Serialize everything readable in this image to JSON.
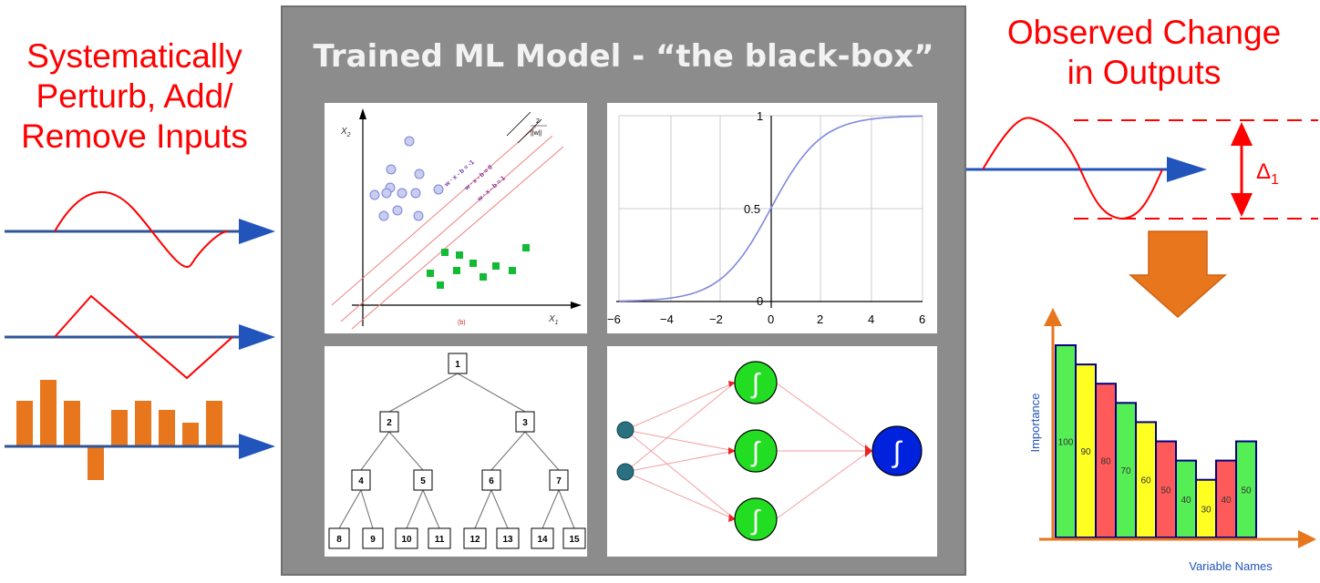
{
  "left_title": {
    "line1": "Systematically",
    "line2": "Perturb, Add/",
    "line3": "Remove Inputs"
  },
  "right_title": {
    "line1": "Observed Change",
    "line2": "in Outputs"
  },
  "model_title": "Trained ML Model - “the black-box”",
  "delta_label": "Δ",
  "delta_sub": "1",
  "svm_panel": {
    "y_axis": "X",
    "y_sub": "2",
    "x_axis": "X",
    "x_sub": "1",
    "caption": "(b)",
    "line_labels": [
      "w · x - b = -1",
      "w · x - b = 0",
      "w · x - b = 1"
    ],
    "margin_label_num": "2",
    "margin_label_den": "||w||"
  },
  "sigmoid_panel": {
    "x_ticks": [
      "−6",
      "−4",
      "−2",
      "0",
      "2",
      "4",
      "6"
    ],
    "y_ticks": [
      "0",
      "0.5",
      "1"
    ]
  },
  "tree_panel": {
    "nodes": [
      "1",
      "2",
      "3",
      "4",
      "5",
      "6",
      "7",
      "8",
      "9",
      "10",
      "11",
      "12",
      "13",
      "14",
      "15"
    ]
  },
  "nn_panel": {
    "activation_symbol": "∫"
  },
  "importance_chart": {
    "ylabel": "Importance",
    "xlabel": "Variable Names"
  },
  "chart_data": {
    "type": "bar",
    "categories": [
      "",
      "",
      "",
      "",
      "",
      "",
      "",
      "",
      "",
      ""
    ],
    "values": [
      100,
      90,
      80,
      70,
      60,
      50,
      40,
      30,
      40,
      50
    ],
    "data_labels": [
      "100",
      "90",
      "80",
      "70",
      "60",
      "50",
      "40",
      "30",
      "40",
      "50"
    ],
    "bar_colors": [
      "#55ee55",
      "#ffff22",
      "#ff5a5a",
      "#55ee55",
      "#ffff22",
      "#ff5a5a",
      "#55ee55",
      "#ffff22",
      "#ff5a5a",
      "#55ee55"
    ],
    "xlabel": "Variable Names",
    "ylabel": "Importance",
    "ylim": [
      0,
      100
    ],
    "grid": false
  },
  "colors": {
    "signal_red": "#ff0000",
    "axis_blue": "#2f5597",
    "arrow_blue": "#2255bb",
    "bar_orange": "#e8761d",
    "model_gray": "#8c8c8c"
  }
}
